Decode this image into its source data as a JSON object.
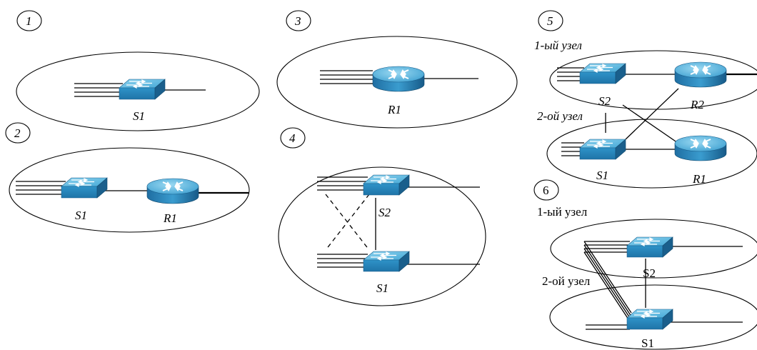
{
  "diagram": {
    "panels": [
      {
        "number": "1",
        "devices": [
          {
            "type": "switch",
            "label": "S1"
          }
        ]
      },
      {
        "number": "2",
        "devices": [
          {
            "type": "switch",
            "label": "S1"
          },
          {
            "type": "router",
            "label": "R1"
          }
        ]
      },
      {
        "number": "3",
        "devices": [
          {
            "type": "router",
            "label": "R1"
          }
        ]
      },
      {
        "number": "4",
        "devices": [
          {
            "type": "switch",
            "label": "S2"
          },
          {
            "type": "switch",
            "label": "S1"
          }
        ]
      },
      {
        "number": "5",
        "node1_label": "1-ый узел",
        "node2_label": "2-ой узел",
        "devices": [
          {
            "type": "switch",
            "label": "S2"
          },
          {
            "type": "router",
            "label": "R2"
          },
          {
            "type": "switch",
            "label": "S1"
          },
          {
            "type": "router",
            "label": "R1"
          }
        ]
      },
      {
        "number": "6",
        "node1_label": "1-ый узел",
        "node2_label": "2-ой узел",
        "devices": [
          {
            "type": "switch",
            "label": "S2"
          },
          {
            "type": "switch",
            "label": "S1"
          }
        ]
      }
    ],
    "colors": {
      "device_top": "#5fb8de",
      "device_front": "#2a86bd",
      "device_side": "#1a5f8c",
      "line": "#000000"
    }
  }
}
